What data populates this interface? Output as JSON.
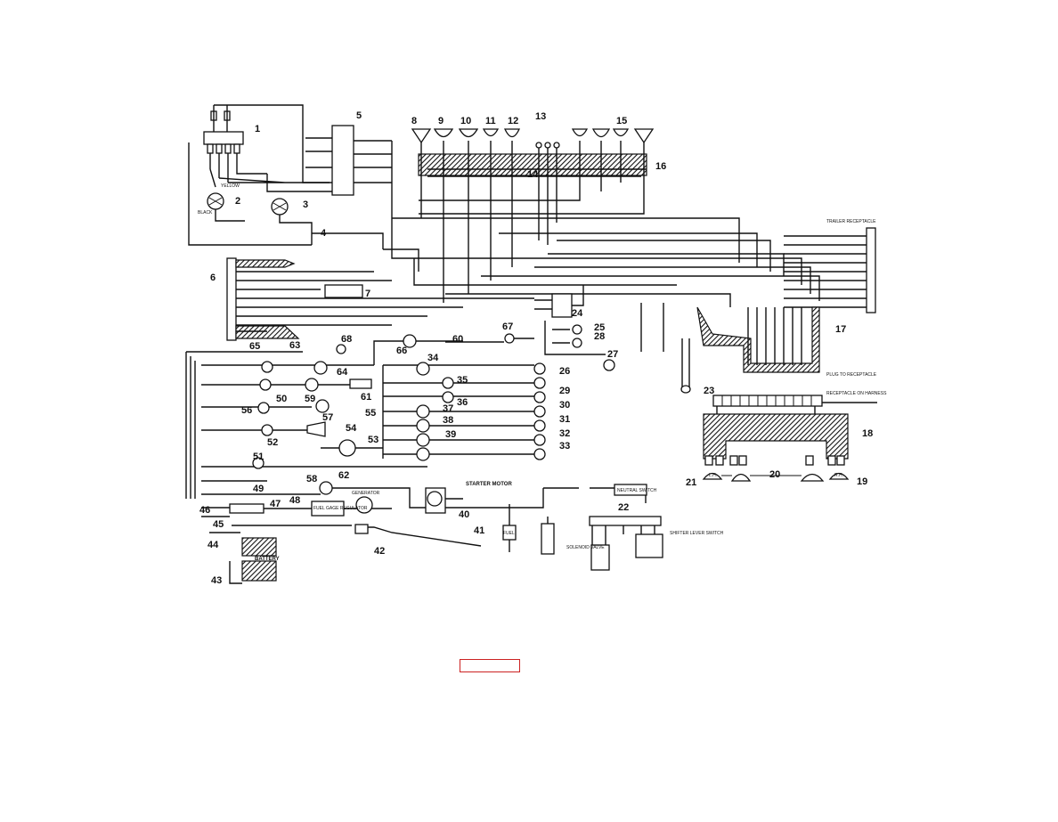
{
  "diagram": {
    "callouts": [
      "1",
      "2",
      "3",
      "4",
      "5",
      "6",
      "7",
      "8",
      "9",
      "10",
      "11",
      "12",
      "13",
      "14",
      "15",
      "16",
      "17",
      "18",
      "19",
      "20",
      "21",
      "22",
      "23",
      "24",
      "25",
      "26",
      "27",
      "28",
      "29",
      "30",
      "31",
      "32",
      "33",
      "34",
      "35",
      "36",
      "37",
      "38",
      "39",
      "40",
      "41",
      "42",
      "43",
      "44",
      "45",
      "46",
      "47",
      "48",
      "49",
      "50",
      "51",
      "52",
      "53",
      "54",
      "55",
      "56",
      "57",
      "58",
      "59",
      "60",
      "61",
      "62",
      "63",
      "64",
      "65",
      "66",
      "67",
      "68"
    ],
    "component_labels": {
      "starter_motor": "STARTER MOTOR",
      "battery": "BATTERY",
      "neutral_switch": "NEUTRAL SWITCH",
      "shifter_lever_switch": "SHIFTER LEVER SWITCH",
      "solenoid_valve": "SOLENOID VALVE",
      "generator": "GENERATOR",
      "fuel_gage_regulator": "FUEL GAGE REGULATOR",
      "trailer_receptacle": "TRAILER RECEPTACLE",
      "plug_to_receptacle": "PLUG TO RECEPTACLE",
      "receptacle_on_harness": "RECEPTACLE ON HARNESS",
      "fuel": "FUEL",
      "yellow": "YELLOW",
      "black": "BLACK",
      "lh": "L.H.",
      "rh": "R.H."
    },
    "colors": {
      "ink": "#111111",
      "paper": "#ffffff",
      "reference_box": "#cc2222"
    }
  }
}
